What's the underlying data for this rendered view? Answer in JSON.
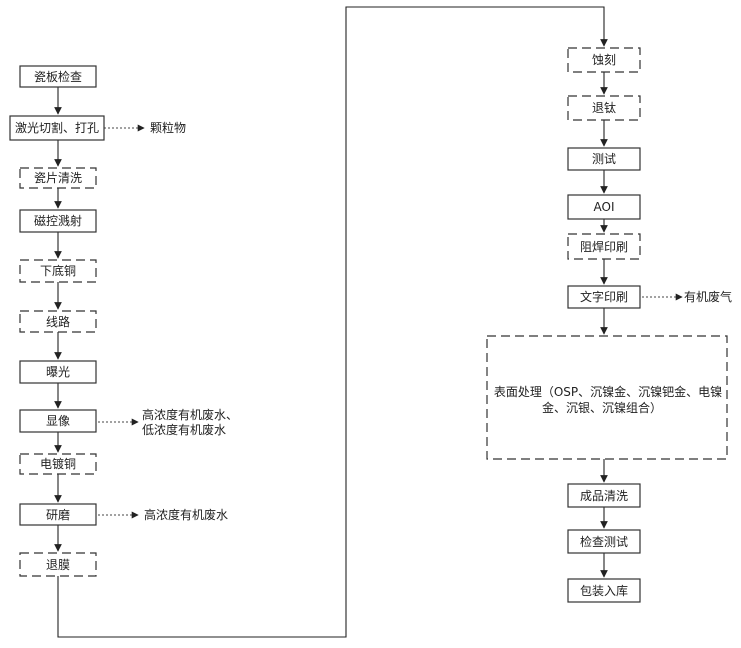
{
  "left_column": {
    "steps": [
      {
        "label": "瓷板检查",
        "style": "solid"
      },
      {
        "label": "激光切割、打孔",
        "style": "solid"
      },
      {
        "label": "瓷片清洗",
        "style": "dashed"
      },
      {
        "label": "磁控溅射",
        "style": "solid"
      },
      {
        "label": "下底铜",
        "style": "dashed"
      },
      {
        "label": "线路",
        "style": "dashed"
      },
      {
        "label": "曝光",
        "style": "solid"
      },
      {
        "label": "显像",
        "style": "solid"
      },
      {
        "label": "电镀铜",
        "style": "dashed"
      },
      {
        "label": "研磨",
        "style": "solid"
      },
      {
        "label": "退膜",
        "style": "dashed"
      }
    ],
    "side_notes": {
      "laser": "颗粒物",
      "develop_line1": "高浓度有机废水、",
      "develop_line2": "低浓度有机废水",
      "grind": "高浓度有机废水"
    }
  },
  "right_column": {
    "steps": [
      {
        "label": "蚀刻",
        "style": "dashed"
      },
      {
        "label": "退钛",
        "style": "dashed"
      },
      {
        "label": "测试",
        "style": "solid"
      },
      {
        "label": "AOI",
        "style": "solid"
      },
      {
        "label": "阻焊印刷",
        "style": "dashed"
      },
      {
        "label": "文字印刷",
        "style": "solid"
      }
    ],
    "surface_treatment": {
      "line1": "表面处理（OSP、沉镍金、沉镍钯金、电镍",
      "line2": "金、沉银、沉镍组合）",
      "style": "dashed"
    },
    "final_steps": [
      {
        "label": "成品清洗",
        "style": "solid"
      },
      {
        "label": "检查测试",
        "style": "solid"
      },
      {
        "label": "包装入库",
        "style": "solid"
      }
    ],
    "side_notes": {
      "text_print": "有机废气"
    }
  }
}
